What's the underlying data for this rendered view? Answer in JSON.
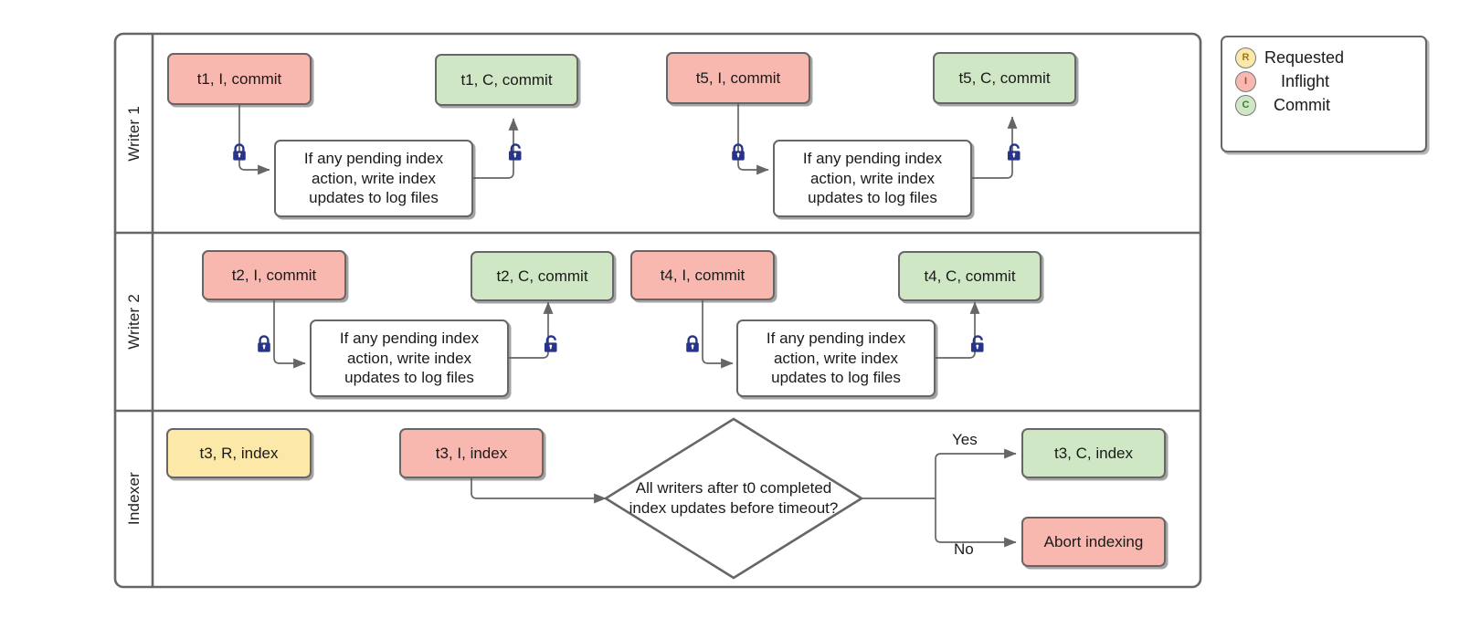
{
  "diagram": {
    "title": "Writer / Indexer lock-coordination swimlane",
    "colors": {
      "inflight": "#f8b8b0",
      "commit": "#cfe7c4",
      "requested": "#fce8a8",
      "stroke": "#666666",
      "lock": "#28348a",
      "background": "#ffffff"
    }
  },
  "lanes": [
    {
      "id": "writer1",
      "label": "Writer 1"
    },
    {
      "id": "writer2",
      "label": "Writer 2"
    },
    {
      "id": "indexer",
      "label": "Indexer"
    }
  ],
  "shared": {
    "index_action_text": "If any pending index action, write index updates to log files",
    "lock_closed_icon": "lock-closed-icon",
    "lock_open_icon": "lock-open-icon"
  },
  "writer1": {
    "nodes": [
      {
        "id": "w1-t1-i",
        "label": "t1, I, commit",
        "state": "inflight"
      },
      {
        "id": "w1-t1-c",
        "label": "t1, C, commit",
        "state": "commit"
      },
      {
        "id": "w1-t5-i",
        "label": "t5, I, commit",
        "state": "inflight"
      },
      {
        "id": "w1-t5-c",
        "label": "t5, C, commit",
        "state": "commit"
      }
    ],
    "actions": [
      {
        "id": "w1-act-1",
        "label": "If any pending index action, write index updates to log files"
      },
      {
        "id": "w1-act-2",
        "label": "If any pending index action, write index updates to log files"
      }
    ]
  },
  "writer2": {
    "nodes": [
      {
        "id": "w2-t2-i",
        "label": "t2, I, commit",
        "state": "inflight"
      },
      {
        "id": "w2-t2-c",
        "label": "t2, C, commit",
        "state": "commit"
      },
      {
        "id": "w2-t4-i",
        "label": "t4, I, commit",
        "state": "inflight"
      },
      {
        "id": "w2-t4-c",
        "label": "t4, C, commit",
        "state": "commit"
      }
    ],
    "actions": [
      {
        "id": "w2-act-1",
        "label": "If any pending index action, write index updates to log files"
      },
      {
        "id": "w2-act-2",
        "label": "If any pending index action, write index updates to log files"
      }
    ]
  },
  "indexer": {
    "nodes": [
      {
        "id": "ix-t3-r",
        "label": "t3, R, index",
        "state": "requested"
      },
      {
        "id": "ix-t3-i",
        "label": "t3, I, index",
        "state": "inflight"
      },
      {
        "id": "ix-t3-c",
        "label": "t3, C, index",
        "state": "commit"
      },
      {
        "id": "ix-abort",
        "label": "Abort indexing",
        "state": "inflight"
      }
    ],
    "decision": {
      "id": "ix-decision",
      "label": "All writers after t0 completed index updates before timeout?"
    },
    "edge_labels": {
      "yes": "Yes",
      "no": "No"
    }
  },
  "legend": {
    "items": [
      {
        "badge": "R",
        "label": "Requested",
        "state": "requested"
      },
      {
        "badge": "I",
        "label": "Inflight",
        "state": "inflight"
      },
      {
        "badge": "C",
        "label": "Commit",
        "state": "commit"
      }
    ]
  }
}
